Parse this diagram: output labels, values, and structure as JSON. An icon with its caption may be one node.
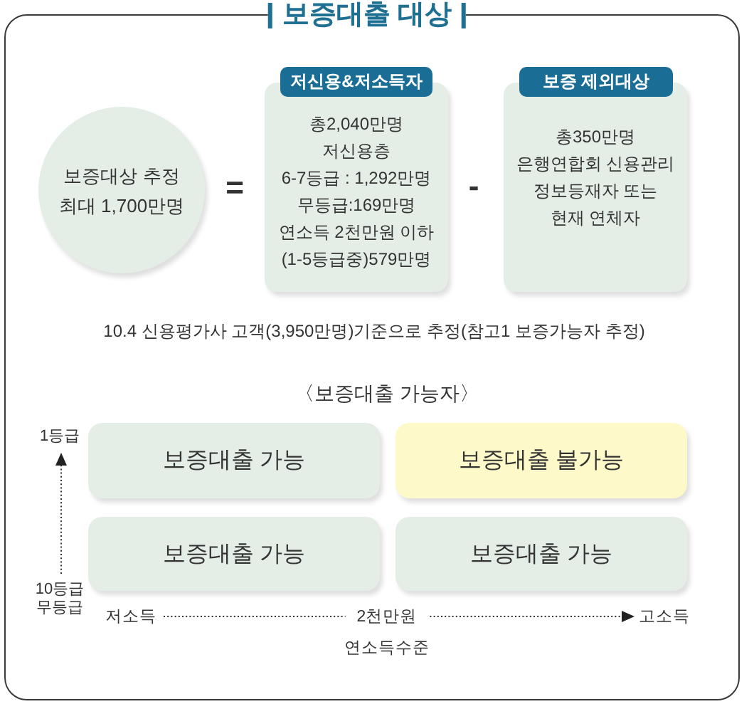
{
  "diagram": {
    "title": "보증대출 대상",
    "nodes": [
      {
        "text": [
          "보증대상 추정 최대 1,700만명"
        ]
      },
      {
        "text": [
          "저신용&저소득자",
          "총2,040만명",
          "저신용층",
          "6-7등급 : 1,292만명",
          "무등급:169만명",
          "연소득 2천만원 이하 (1-5등급중)579만명"
        ]
      },
      {
        "text": [
          "보증 제외대상",
          "총350만명",
          "은행연합회 신용관리 정보등재자 또는 현재 연체자"
        ]
      },
      {
        "text": [
          "보증대출 가능"
        ]
      },
      {
        "text": [
          "보증대출 불가능"
        ]
      },
      {
        "text": [
          "보증대출 가능"
        ]
      },
      {
        "text": [
          "보증대출 가능"
        ]
      }
    ],
    "labels": [
      "=",
      "-",
      "10.4 신용평가사 고객(3,950만명)기준으로 추정(참고1 보증가능자 추정)",
      "〈보증대출 가능자〉",
      "1등급",
      "10등급 무등급",
      "저소득",
      "2천만원",
      "고소득",
      "연소득수준"
    ]
  }
}
